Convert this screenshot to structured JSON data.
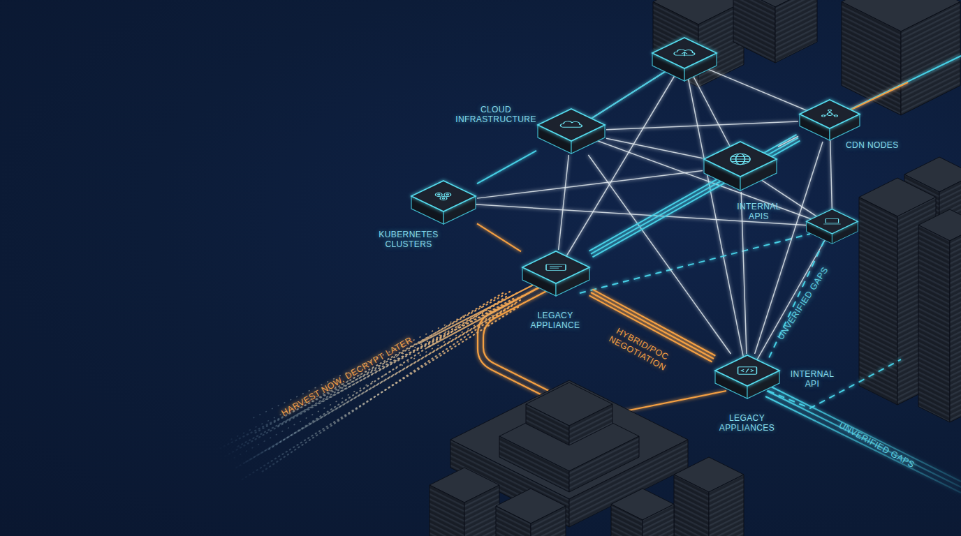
{
  "diagram": {
    "nodes": [
      {
        "text": [
          "CLOUD INFRASTRUCTURE"
        ]
      },
      {
        "text": [
          "CDN NODES"
        ]
      },
      {
        "text": [
          "INTERNAL APIS"
        ]
      },
      {
        "text": [
          "KUBERNETES CLUSTERS"
        ]
      },
      {
        "text": [
          "LEGACY APPLIANCE"
        ]
      },
      {
        "text": [
          "INTERNAL API",
          "LEGACY APPLIANCES"
        ]
      }
    ],
    "edges": [
      {
        "from": 3,
        "to": 0,
        "arrow": "none"
      },
      {
        "from": 0,
        "to": 1,
        "arrow": "none"
      },
      {
        "from": 0,
        "to": 2,
        "arrow": "none"
      },
      {
        "from": 3,
        "to": 2,
        "arrow": "none"
      },
      {
        "from": 0,
        "to": 4,
        "arrow": "none"
      },
      {
        "from": 0,
        "to": 5,
        "arrow": "none"
      },
      {
        "from": 4,
        "to": 1,
        "arrow": "none"
      },
      {
        "from": 4,
        "to": 5,
        "label": "HYBRID/POC NEGOTIATION",
        "arrow": "none"
      },
      {
        "from": 2,
        "to": 5,
        "arrow": "none"
      },
      {
        "from": 1,
        "to": 5,
        "arrow": "none"
      },
      {
        "from": 3,
        "to": 4,
        "arrow": "none"
      },
      {
        "from": 1,
        "to": 2,
        "arrow": "none"
      }
    ],
    "labels": [
      "UNVERIFIED GAPS",
      "HARVEST NOW, DECRYPT LATER",
      "UNVERIFIED GAPS"
    ]
  }
}
